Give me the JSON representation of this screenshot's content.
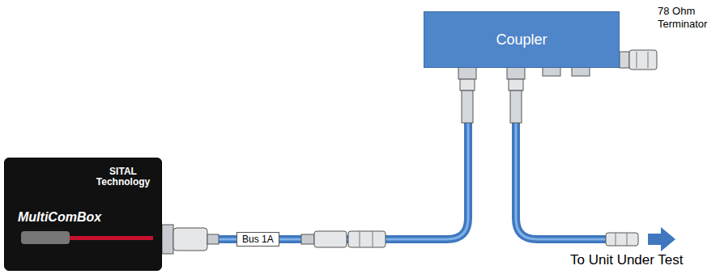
{
  "diagram": {
    "nodes": [
      {
        "text": [
          "SITAL Technology",
          "MultiComBox"
        ]
      },
      {
        "text": [
          "Coupler"
        ]
      }
    ],
    "edges": [
      {
        "from": 0,
        "to": 1,
        "arrow": "none"
      }
    ],
    "labels": [
      "Bus 1A",
      "78 Ohm Terminator",
      "To Unit Under Test"
    ]
  }
}
